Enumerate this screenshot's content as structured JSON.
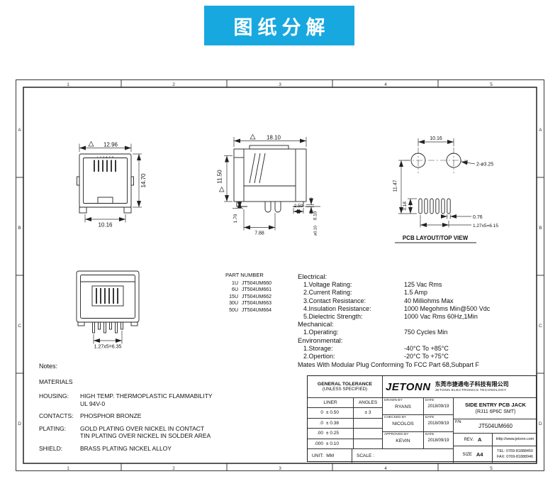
{
  "theme": {
    "accent": "#18a8e0",
    "ink": "#222222",
    "paper": "#ffffff"
  },
  "banner": {
    "title": "图纸分解"
  },
  "sheet": {
    "cols": [
      "1",
      "2",
      "3",
      "4",
      "5"
    ],
    "rows": [
      "A",
      "B",
      "C",
      "D"
    ]
  },
  "front_view": {
    "pin_numbers": "1 2 3 4 5 6",
    "dim_width": "12.96",
    "dim_height": "14.70",
    "dim_bottom": "10.16"
  },
  "bottom_view": {
    "dim_pins": "1.27x5=6.35"
  },
  "side_view": {
    "dim_width": "18.10",
    "dim_height": "11.50",
    "dim_gap": "2.50",
    "dim_depth": "7.88",
    "dim_leg": "1.70",
    "dim_coplanarity": "0.10",
    "dim_tol": "ø0.10"
  },
  "pcb_view": {
    "dim_hole_span": "10.16",
    "dim_holes": "2-ø3.25",
    "dim_height": "11.47",
    "dim_offset": "3.18",
    "dim_pad_width": "0.76",
    "dim_pad_span": "1.27x5=6.15",
    "caption": "PCB LAYOUT/TOP VIEW"
  },
  "part_table": {
    "header": "PART NUMBER",
    "rows": [
      {
        "qty": "1U",
        "pn": "JT504UM660"
      },
      {
        "qty": "6U",
        "pn": "JT504UM661"
      },
      {
        "qty": "15U",
        "pn": "JT504UM662"
      },
      {
        "qty": "30U",
        "pn": "JT504UM663"
      },
      {
        "qty": "50U",
        "pn": "JT504UM664"
      }
    ]
  },
  "specs": {
    "electrical_title": "Electrical:",
    "electrical": [
      {
        "label": "1.Voltage Rating:",
        "value": "125 Vac Rms"
      },
      {
        "label": "2.Current Rating:",
        "value": "1.5 Amp"
      },
      {
        "label": "3.Contact Resistance:",
        "value": "40 Milliohms Max"
      },
      {
        "label": "4.Insulation Resistance:",
        "value": "1000 Megohms Min@500 Vdc"
      },
      {
        "label": "5.Dielectric Strength:",
        "value": "1000 Vac Rms 60Hz,1Min"
      }
    ],
    "mechanical_title": "Mechanical:",
    "mechanical": [
      {
        "label": "1.Operating:",
        "value": "750 Cycles Min"
      }
    ],
    "environmental_title": "Environmental:",
    "environmental": [
      {
        "label": "1.Storage:",
        "value": "-40°C To +85°C"
      },
      {
        "label": "2.Opertion:",
        "value": "-20°C To +75°C"
      }
    ],
    "footer": "Mates With Modular Plug Conforming To FCC Part 68,Subpart F"
  },
  "notes": {
    "title": "Notes:",
    "materials": "MATERIALS",
    "items": [
      {
        "label": "HOUSING:",
        "line1": "HIGH TEMP. THERMOPLASTIC FLAMMABILITY",
        "line2": "UL 94V-0"
      },
      {
        "label": "CONTACTS:",
        "line1": "PHOSPHOR BRONZE",
        "line2": ""
      },
      {
        "label": "PLATING:",
        "line1": "GOLD PLATING OVER NICKEL IN CONTACT",
        "line2": "TIN PLATING OVER NICKEL IN SOLDER AREA"
      },
      {
        "label": "SHIELD:",
        "line1": "BRASS PLATING NICKEL ALLOY",
        "line2": ""
      }
    ]
  },
  "titleblock": {
    "tolerance_title1": "GENERAL TOLERANCE",
    "tolerance_title2": "(UNLESS SPECIFIED)",
    "liner_header": "LINER",
    "angles_header": "ANGLES",
    "tolerances": [
      {
        "liner": "0",
        "tol": "± 0.50",
        "angle": "± 3"
      },
      {
        "liner": ".0",
        "tol": "± 0.38",
        "angle": ""
      },
      {
        "liner": ".00",
        "tol": "± 0.25",
        "angle": ""
      },
      {
        "liner": ".000",
        "tol": "± 0.10",
        "angle": ""
      }
    ],
    "unit_label": "UNIT:",
    "unit_value": "MM",
    "scale_label": "SCALE :",
    "logo": "JETONN",
    "company_cn": "东莞市捷通电子科技有限公司",
    "company_en": "JETONN ELECTRONICS TECHNOLOGY",
    "signs": [
      {
        "role": "DRAWN BY",
        "name": "RYANS",
        "date_label": "DATE",
        "date": "2018/09/19"
      },
      {
        "role": "CHECKED BY",
        "name": "NICOLOS",
        "date_label": "DATE",
        "date": "2018/09/19"
      },
      {
        "role": "APPROVED BY",
        "name": "KEVIN",
        "date_label": "DATE",
        "date": "2018/09/19"
      }
    ],
    "title_line1": "SIDE ENTRY PCB JACK",
    "title_line2": "(RJ11 6P6C SMT)",
    "pn_label": "P/N:",
    "pn_value": "JT504UM660",
    "rev_label": "REV.",
    "rev_value": "A",
    "size_label": "SIZE",
    "size_value": "A4",
    "url": "Http://www.jetonn.com",
    "tel": "TEL: 0769-81888450",
    "fax": "FAX: 0769-81888946"
  }
}
